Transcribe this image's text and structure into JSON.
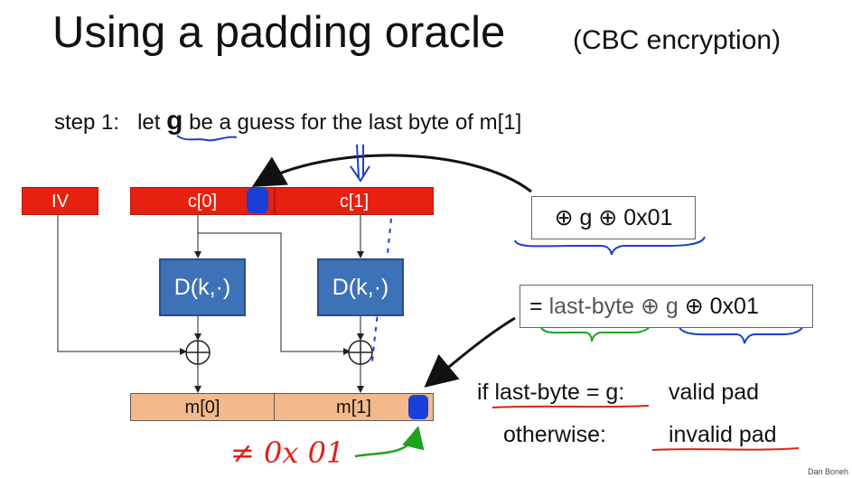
{
  "slide": {
    "title": "Using a padding oracle",
    "subtitle": "(CBC encryption)",
    "step_prefix": "step 1:",
    "step_let": "let",
    "step_g": "g",
    "step_suffix": "be a guess for the last byte of  m[1]",
    "credit": "Dan Boneh"
  },
  "diagram": {
    "iv_label": "IV",
    "c0_label": "c[0]",
    "c1_label": "c[1]",
    "decrypt_label": "D(k,·)",
    "xor_symbol": "⊕",
    "m0_label": "m[0]",
    "m1_label": "m[1]"
  },
  "annotations": {
    "modify_note": "⊕ g ⊕ 0x01",
    "result_eq": "=",
    "result_struck": "last-byte",
    "result_struck_g": "⊕ g",
    "result_tail": "⊕ 0x01",
    "cond_if": "if last-byte = g:",
    "cond_valid": "valid pad",
    "cond_otherwise": "otherwise:",
    "cond_invalid": "invalid pad",
    "handwritten_ne": "≠ 0x 01"
  },
  "colors": {
    "cipher_block": "#e8200f",
    "decrypt_block": "#3d71b8",
    "plain_block": "#f4b98a",
    "ink_blue": "#1a3fd6",
    "ink_red": "#e0201a",
    "ink_green": "#1ea31e"
  }
}
